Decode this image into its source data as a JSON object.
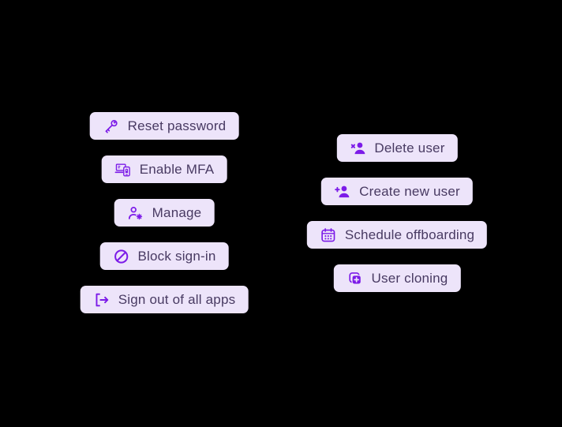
{
  "canvas": {
    "background": "#000000"
  },
  "theme": {
    "button_bg": "#EDE4FA",
    "icon_color": "#7C1BE8",
    "text_color": "#483A62"
  },
  "columns": [
    {
      "name": "account-actions",
      "buttons": [
        {
          "label": "Reset password",
          "icon": "key-icon"
        },
        {
          "label": "Enable MFA",
          "icon": "mfa-devices-icon"
        },
        {
          "label": "Manage",
          "icon": "manage-accounts-icon"
        },
        {
          "label": "Block sign-in",
          "icon": "block-icon"
        },
        {
          "label": "Sign out of all apps",
          "icon": "sign-out-icon"
        }
      ]
    },
    {
      "name": "user-actions",
      "buttons": [
        {
          "label": "Delete user",
          "icon": "user-remove-icon"
        },
        {
          "label": "Create new user",
          "icon": "user-add-icon"
        },
        {
          "label": "Schedule offboarding",
          "icon": "calendar-icon"
        },
        {
          "label": "User cloning",
          "icon": "clone-icon"
        }
      ]
    }
  ]
}
